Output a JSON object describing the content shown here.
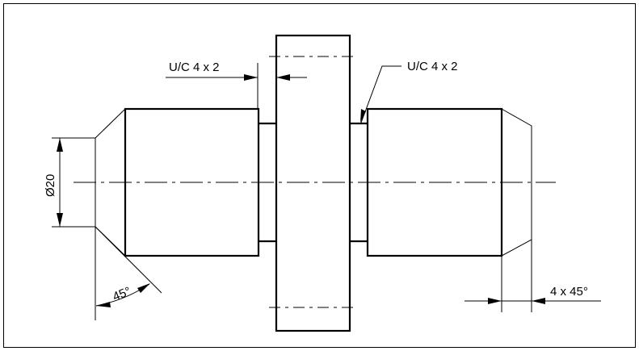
{
  "drawing": {
    "title": "Stepped shaft with central flange",
    "annotations": {
      "undercut_left": "U/C 4 x 2",
      "undercut_right": "U/C 4 x 2",
      "diameter": "Ø20",
      "chamfer_angle": "45°",
      "chamfer_spec": "4 x 45°"
    }
  }
}
